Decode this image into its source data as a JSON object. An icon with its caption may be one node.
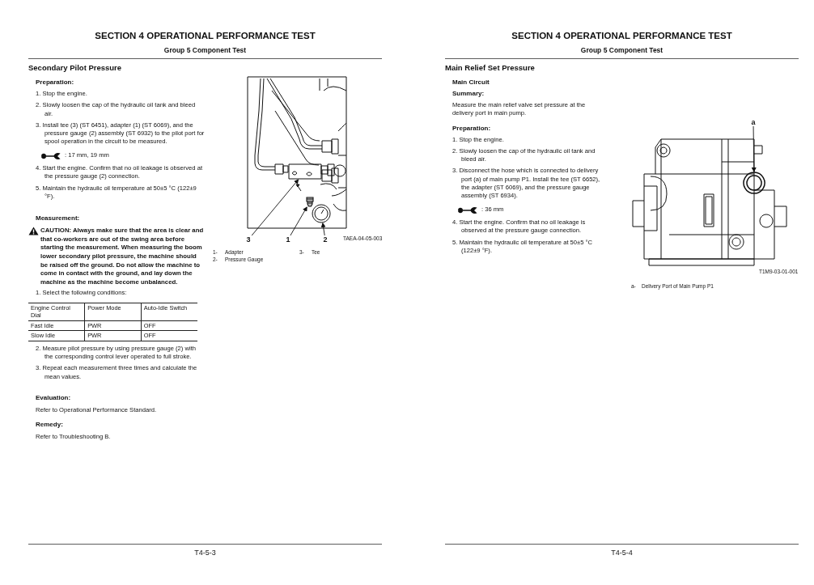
{
  "diagram": {
    "nodes": [
      {
        "text": [
          "3"
        ]
      },
      {
        "text": [
          "1"
        ]
      },
      {
        "text": [
          "2"
        ]
      },
      {
        "text": [],
        "shape": "picture"
      },
      {
        "text": [],
        "shape": "picture"
      },
      {
        "text": [],
        "shape": "picture"
      },
      {
        "text": [
          "a"
        ]
      },
      {
        "text": [],
        "shape": "picture"
      }
    ],
    "edges": [
      {
        "from": 0,
        "to": 3,
        "arrow": "to"
      },
      {
        "from": 1,
        "to": 4,
        "arrow": "to"
      },
      {
        "from": 2,
        "to": 5,
        "arrow": "to"
      },
      {
        "from": 6,
        "to": 7,
        "arrow": "to"
      }
    ],
    "labels": [
      "SECTION 4 OPERATIONAL PERFORMANCE TEST",
      "Group 5 Component Test",
      "Secondary Pilot Pressure",
      "Preparation:",
      "1. Stop the engine.",
      "2. Slowly loosen the cap of the hydraulic oil tank and bleed air.",
      "3. Install tee (3) (ST 6451), adapter (1) (ST 6069), and the pressure gauge (2) assembly (ST 6932) to the pilot port for spool operation in the circuit to be measured.",
      ": 17 mm, 19 mm",
      "4. Start the engine. Confirm that no oil leakage is observed at the pressure gauge (2) connection.",
      "5. Maintain the hydraulic oil temperature at 50±5 °C (122±9 °F).",
      "Measurement:",
      "CAUTION:    Always make sure that the area is clear and that co-workers are out of the swing area before starting the measurement. When measuring the boom lower secondary pilot pressure, the machine should be raised off the ground. Do not allow the machine to come in contact with the ground, and lay down the machine as the machine become unbalanced.",
      "1. Select the following conditions:",
      "Engine Control Dial",
      "Power Mode",
      "Auto-Idle Switch",
      "Fast Idle",
      "PWR",
      "OFF",
      "Slow Idle",
      "PWR",
      "OFF",
      "2. Measure pilot pressure by using pressure gauge (2) with the corresponding control lever operated to full stroke.",
      "3. Repeat each measurement three times and calculate the mean values.",
      "Evaluation:",
      "Refer to Operational Performance Standard.",
      "Remedy:",
      "Refer to Troubleshooting B.",
      "TAEA-04-05-003",
      "1-",
      "Adapter",
      "3-",
      "Tee",
      "2-",
      "Pressure Gauge",
      "T4-5-3",
      "SECTION 4 OPERATIONAL PERFORMANCE TEST",
      "Group 5 Component Test",
      "Main Relief Set Pressure",
      "Main Circuit",
      "Summary:",
      "Measure the main relief valve set pressure at the delivery port in main pump.",
      "Preparation:",
      "1. Stop the engine.",
      "2. Slowly loosen the cap of the hydraulic oil tank and bleed air.",
      "3. Disconnect the hose which is connected to delivery port (a) of main pump P1. Install the tee (ST 6652), the adapter (ST 6069), and the pressure gauge assembly (ST 6934).",
      ": 36 mm",
      "4. Start the engine. Confirm that no oil leakage is observed at the pressure gauge connection.",
      "5. Maintain the hydraulic oil temperature at 50±5 °C (122±9 °F).",
      "T1M9-03-01-001",
      "a-",
      "Delivery Port of Main Pump P1",
      "T4-5-4"
    ]
  }
}
